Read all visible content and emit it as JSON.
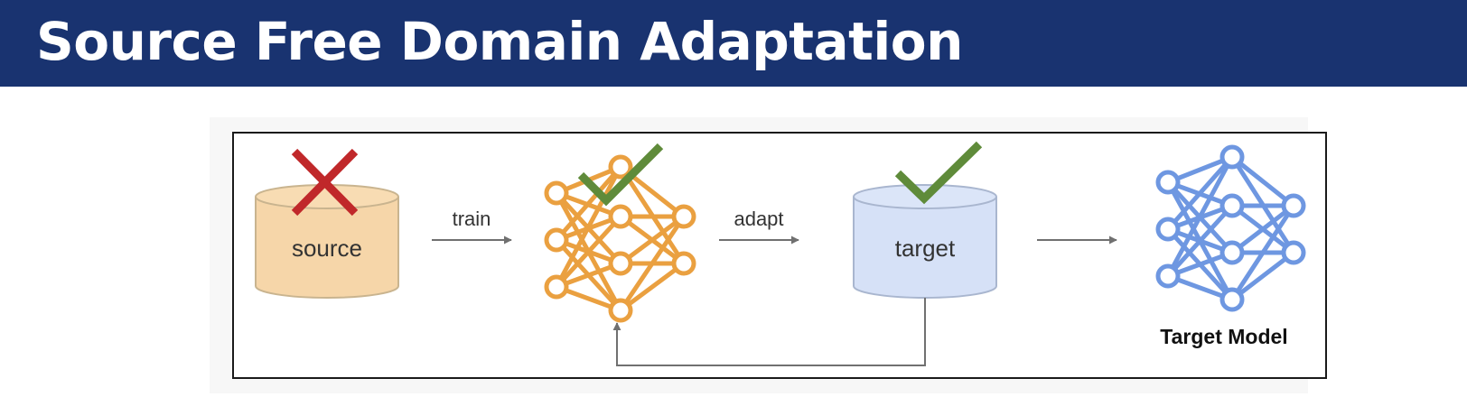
{
  "header": {
    "title": "Source Free Domain Adaptation"
  },
  "diagram": {
    "source_label": "source",
    "target_label": "target",
    "train_label": "train",
    "adapt_label": "adapt",
    "target_model_label": "Target Model",
    "colors": {
      "header_bg": "#193370",
      "source_fill": "#f6d6a9",
      "source_network": "#eaa040",
      "target_fill": "#d6e1f7",
      "target_network": "#6e97e1",
      "cross": "#c0282a",
      "check": "#5f8b3a",
      "arrow": "#707070"
    }
  }
}
